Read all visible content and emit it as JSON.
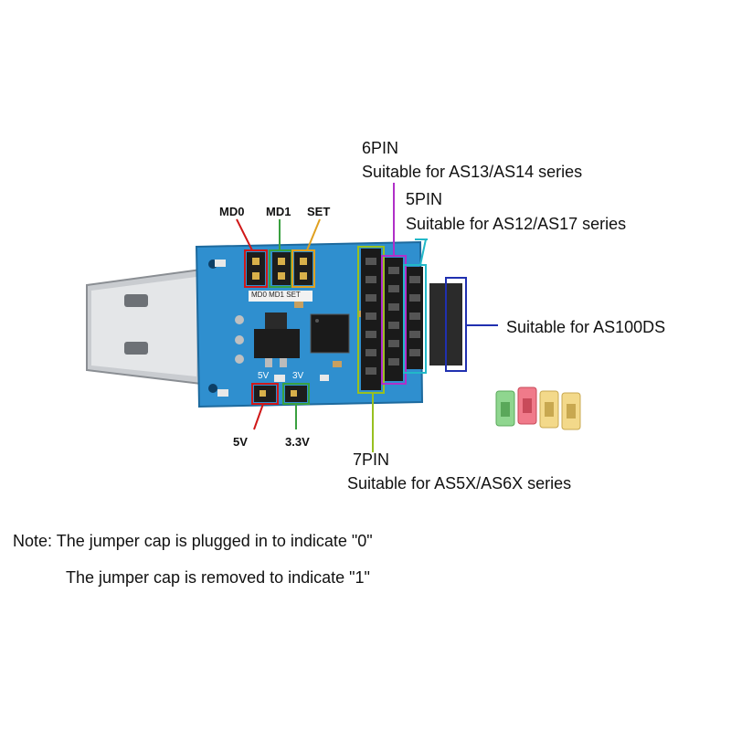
{
  "labels": {
    "md0": "MD0",
    "md1": "MD1",
    "set": "SET",
    "six_pin_title": "6PIN",
    "six_pin_desc": "Suitable for AS13/AS14 series",
    "five_pin_title": "5PIN",
    "five_pin_desc": "Suitable for AS12/AS17 series",
    "as100ds": "Suitable for AS100DS",
    "seven_pin_title": "7PIN",
    "seven_pin_desc": "Suitable for AS5X/AS6X series",
    "v5": "5V",
    "v33": "3.3V",
    "silk_md": "MD0 MD1 SET",
    "silk_5v": "5V",
    "silk_3v": "3V"
  },
  "note": {
    "line1": "Note: The jumper cap is plugged in to indicate \"0\"",
    "line2": "The jumper cap is removed to indicate \"1\""
  },
  "colors": {
    "board": "#2f8fcf",
    "md0": "#d01818",
    "md1": "#3aa040",
    "set": "#e0a020",
    "six_pin": "#b030c8",
    "five_pin": "#22b8c8",
    "as100ds": "#2030b0",
    "seven_pin": "#98c020",
    "v5": "#d01818",
    "v33": "#3aa040"
  }
}
